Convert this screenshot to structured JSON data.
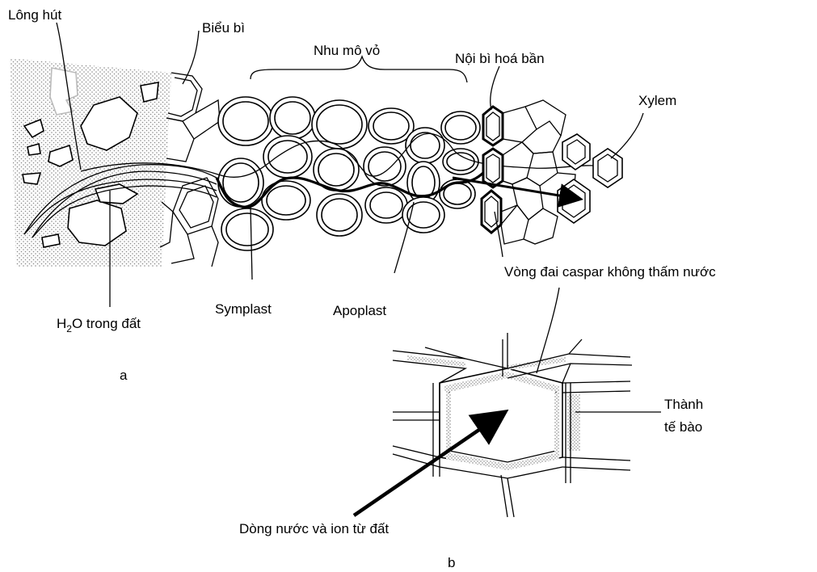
{
  "panel_a": {
    "panel_label": "a",
    "labels": {
      "root_hair": "Lông hút",
      "epidermis": "Biểu bì",
      "cortex": "Nhu mô vỏ",
      "endodermis": "Nội bì hoá bần",
      "xylem": "Xylem",
      "casparian_strip": "Vòng đai caspar không thấm nước",
      "symplast": "Symplast",
      "apoplast": "Apoplast",
      "soil_water_main": "H",
      "soil_water_sub": "2",
      "soil_water_rest": "O trong đất"
    }
  },
  "panel_b": {
    "panel_label": "b",
    "labels": {
      "cell_wall_line1": "Thành",
      "cell_wall_line2": "tế bào",
      "water_ion_flow": "Dòng nước và ion từ đất"
    }
  },
  "colors": {
    "soil_dots": "#888888",
    "ink": "#000000"
  }
}
